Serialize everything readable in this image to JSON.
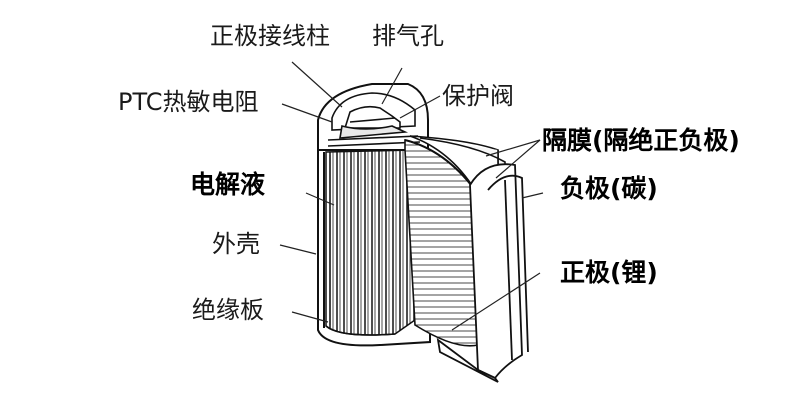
{
  "diagram": {
    "labels": {
      "positive_terminal": "正极接线柱",
      "vent_hole": "排气孔",
      "ptc_resistor": "PTC热敏电阻",
      "safety_valve": "保护阀",
      "electrolyte": "电解液",
      "casing": "外壳",
      "insulating_plate": "绝缘板",
      "separator": "隔膜(隔绝正负极)",
      "anode": "负极(碳)",
      "cathode": "正极(锂)"
    }
  }
}
